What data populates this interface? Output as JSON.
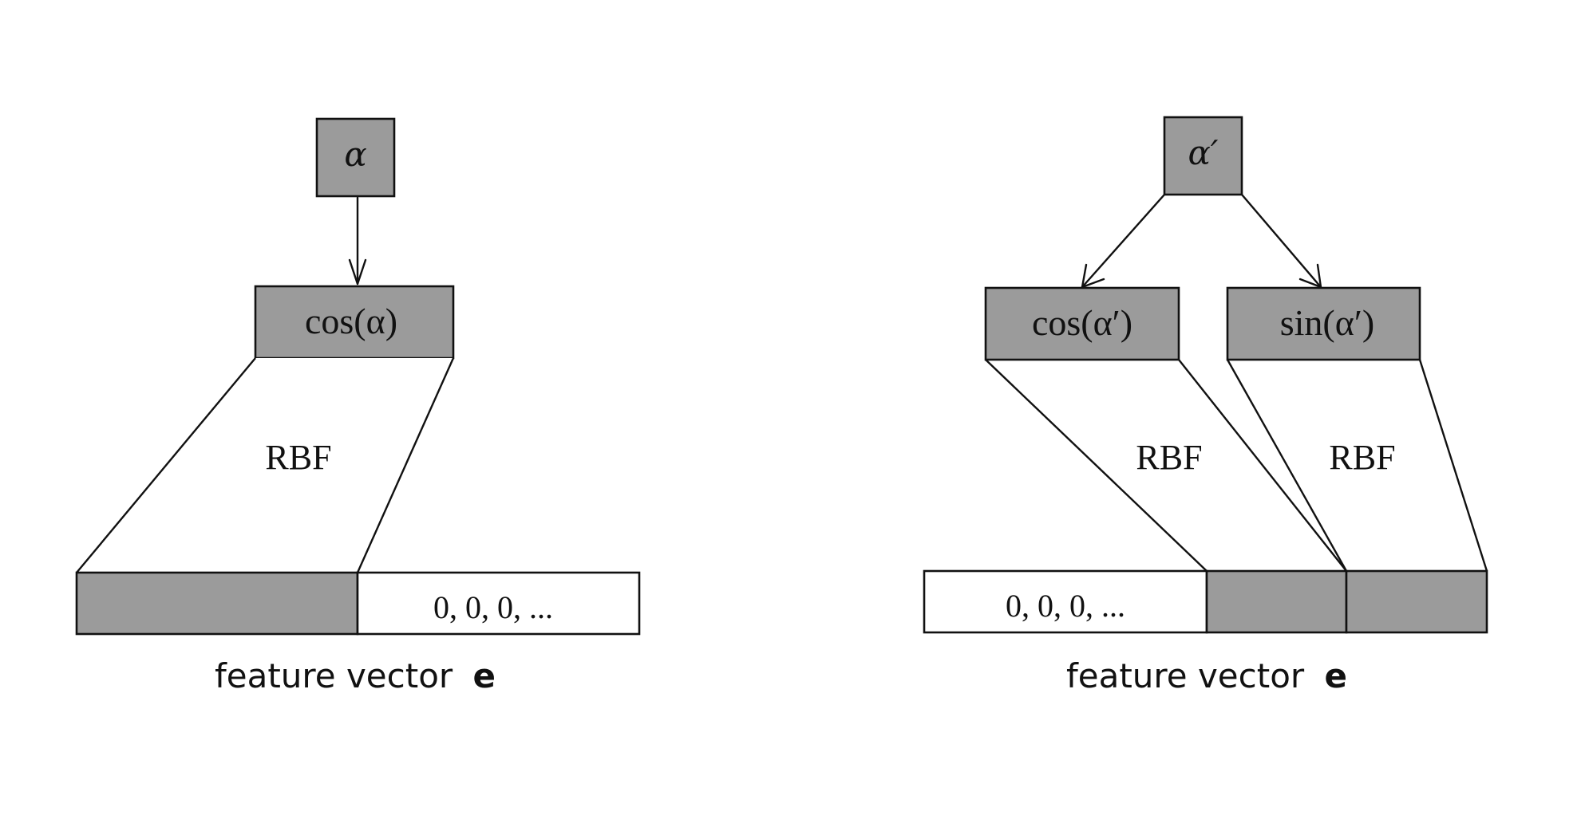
{
  "left_diagram": {
    "input_label": "α",
    "node_label": "cos(α)",
    "transform_label": "RBF",
    "zeros_label": "0, 0, 0, ...",
    "caption_text": "feature vector",
    "caption_symbol": "e"
  },
  "right_diagram": {
    "input_label": "α′",
    "node_cos_label": "cos(α′)",
    "node_sin_label": "sin(α′)",
    "transform_cos_label": "RBF",
    "transform_sin_label": "RBF",
    "zeros_label": "0, 0, 0, ...",
    "caption_text": "feature vector",
    "caption_symbol": "e"
  },
  "colors": {
    "box_fill": "#9b9b9b",
    "stroke": "#111111",
    "background": "#ffffff"
  }
}
